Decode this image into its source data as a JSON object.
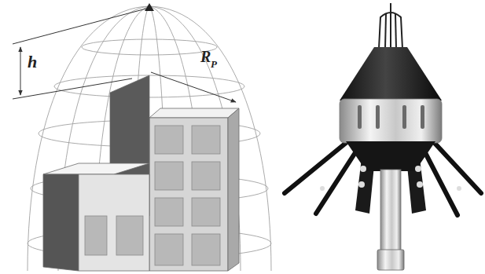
{
  "diagram": {
    "labels": [
      "h",
      "R",
      "P"
    ]
  }
}
